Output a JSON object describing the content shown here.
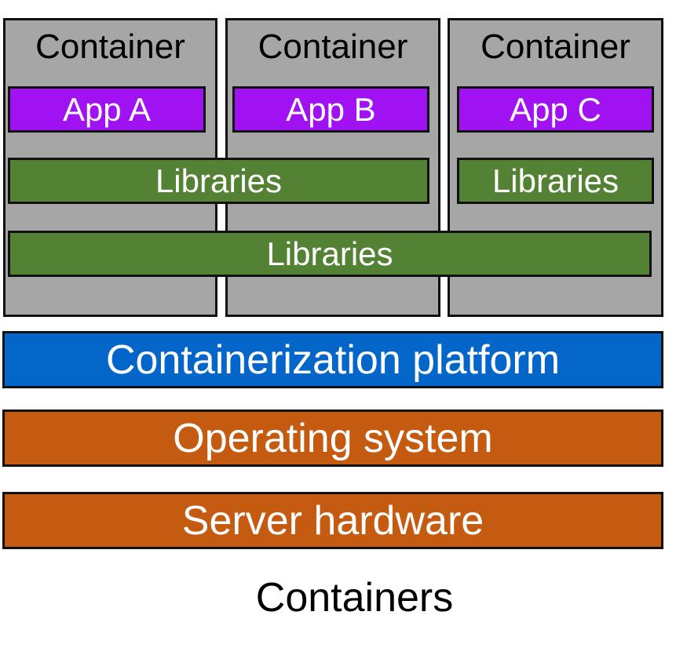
{
  "containers": [
    {
      "title": "Container",
      "app": "App A"
    },
    {
      "title": "Container",
      "app": "App B"
    },
    {
      "title": "Container",
      "app": "App C"
    }
  ],
  "libraries": {
    "shared_ab": "Libraries",
    "container_c": "Libraries",
    "shared_all": "Libraries"
  },
  "layers": {
    "platform": "Containerization platform",
    "os": "Operating system",
    "hardware": "Server hardware"
  },
  "caption": "Containers",
  "colors": {
    "container": "#a6a6a6",
    "app": "#a012f1",
    "libraries": "#548235",
    "platform": "#0566c9",
    "os_hardware": "#c55a11"
  }
}
